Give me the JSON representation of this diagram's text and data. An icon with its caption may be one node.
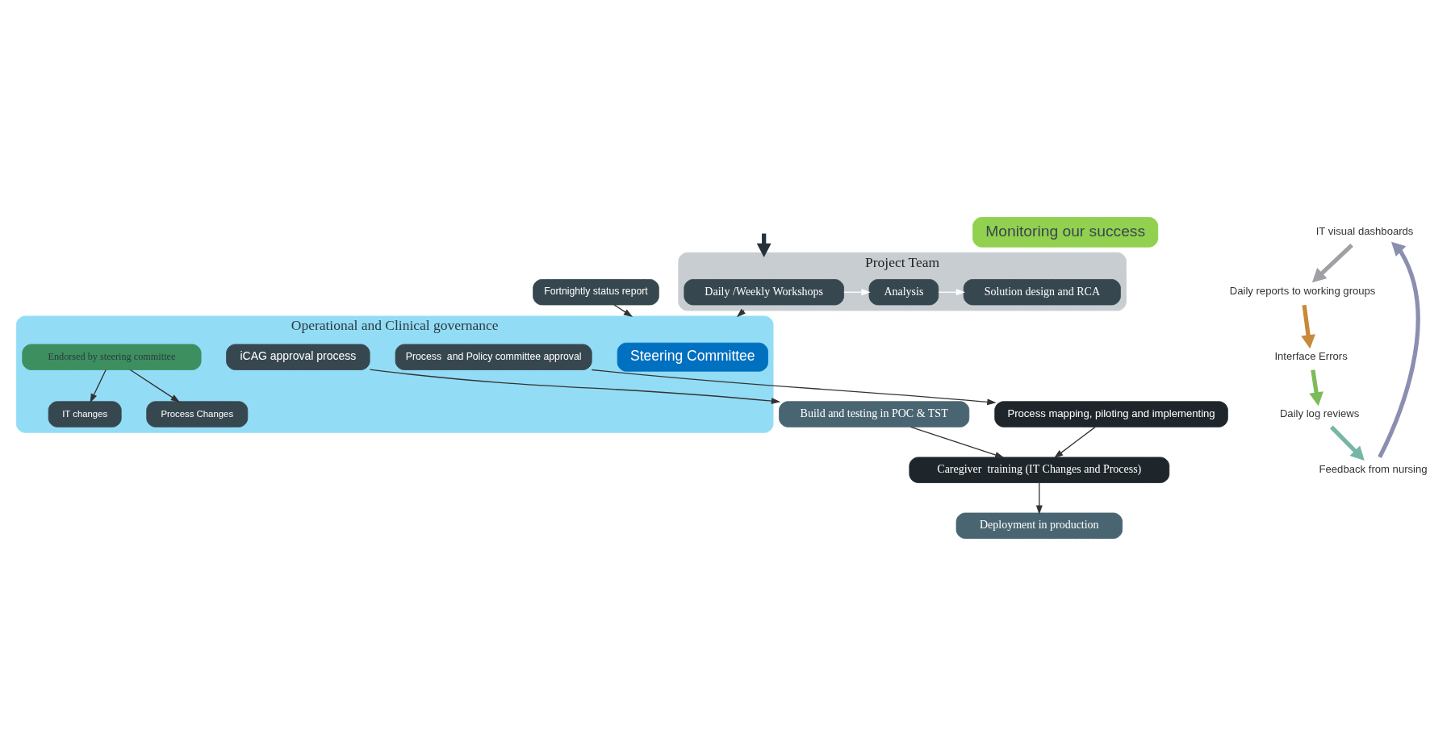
{
  "diagram": {
    "nodes": [
      {
        "text": [
          "Project Team"
        ]
      },
      {
        "text": [
          "Daily /Weekly Workshops"
        ],
        "in": 0
      },
      {
        "text": [
          "Analysis"
        ],
        "in": 0
      },
      {
        "text": [
          "Solution design and RCA"
        ],
        "in": 0
      },
      {
        "text": [
          "Operational and Clinical governance"
        ]
      },
      {
        "text": [
          "Steering Committee"
        ],
        "in": 4
      },
      {
        "text": [
          "Endorsed by steering committee"
        ],
        "in": 4
      },
      {
        "text": [
          "IT changes"
        ],
        "in": 4
      },
      {
        "text": [
          "Process Changes"
        ],
        "in": 4
      },
      {
        "text": [
          "iCAG approval process"
        ],
        "in": 4
      },
      {
        "text": [
          "Process  and Policy committee approval"
        ],
        "in": 4
      },
      {
        "text": [
          "Monitoring our success"
        ]
      },
      {
        "text": [
          "IT visual dashboards"
        ]
      },
      {
        "text": [
          "Daily reports to working groups"
        ]
      },
      {
        "text": [
          "Interface Errors"
        ]
      },
      {
        "text": [
          "Daily log reviews"
        ]
      },
      {
        "text": [
          "Feedback from nursing"
        ]
      },
      {
        "text": [
          "Fortnightly status report"
        ]
      },
      {
        "text": [
          "Deployment in production"
        ]
      },
      {
        "text": [
          "Caregiver  training (IT Changes and Process)"
        ]
      },
      {
        "text": [
          "Build and testing in POC & TST"
        ]
      },
      {
        "text": [
          "Process mapping, piloting and implementing"
        ]
      }
    ],
    "edges": [
      {
        "from": 1,
        "to": 2,
        "arrow": "to",
        "color": "#ffffff"
      },
      {
        "from": 2,
        "to": 3,
        "arrow": "to",
        "color": "#ffffff"
      },
      {
        "from": 0,
        "to": 4,
        "arrow": "to"
      },
      {
        "from": 12,
        "to": 13,
        "arrow": "to",
        "style": "thick",
        "color": "#a09fa3"
      },
      {
        "from": 13,
        "to": 14,
        "arrow": "to",
        "style": "thick",
        "color": "#c8893a"
      },
      {
        "from": 14,
        "to": 15,
        "arrow": "to",
        "style": "thick",
        "color": "#7cbb5a"
      },
      {
        "from": 15,
        "to": 16,
        "arrow": "to",
        "style": "thick",
        "color": "#77b5a6"
      },
      {
        "from": 16,
        "to": 12,
        "arrow": "to",
        "style": "thick",
        "color": "#8a8fb0"
      },
      {
        "from": null,
        "to": 0,
        "arrow": "to",
        "style": "thick",
        "color": "#263238"
      },
      {
        "from": 17,
        "to": 4,
        "arrow": "to"
      },
      {
        "from": 6,
        "to": 7,
        "arrow": "to"
      },
      {
        "from": 6,
        "to": 8,
        "arrow": "to"
      },
      {
        "from": 9,
        "to": 20,
        "arrow": "to"
      },
      {
        "from": 10,
        "to": 21,
        "arrow": "to"
      },
      {
        "from": 20,
        "to": 19,
        "arrow": "to"
      },
      {
        "from": 21,
        "to": 19,
        "arrow": "to"
      },
      {
        "from": 19,
        "to": 18,
        "arrow": "to"
      }
    ]
  }
}
